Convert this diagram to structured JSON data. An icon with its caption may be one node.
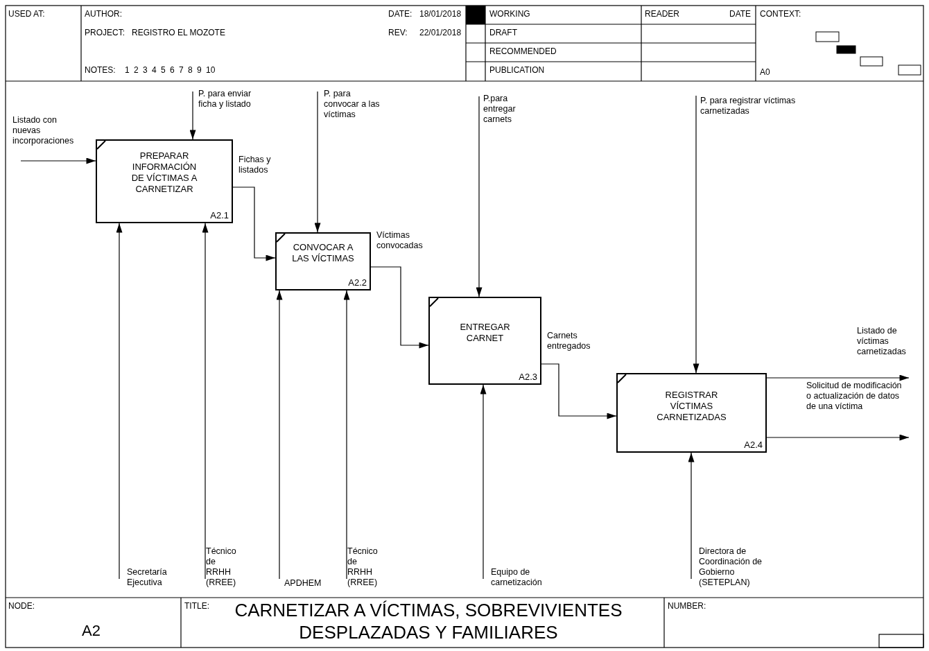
{
  "diagram": {
    "title": "CARNETIZAR A VÍCTIMAS, SOBREVIVIENTES DESPLAZADAS Y FAMILIARES",
    "nodes": [
      {
        "text": [
          "PREPARAR INFORMACIÓN DE VÍCTIMAS A CARNETIZAR",
          "A2.1"
        ]
      },
      {
        "text": [
          "CONVOCAR A LAS VÍCTIMAS",
          "A2.2"
        ]
      },
      {
        "text": [
          "ENTREGAR CARNET",
          "A2.3"
        ]
      },
      {
        "text": [
          "REGISTRAR VÍCTIMAS CARNETIZADAS",
          "A2.4"
        ]
      },
      {
        "text": [
          "Listado con nuevas incorporaciones"
        ]
      },
      {
        "text": [
          "P. para enviar ficha y listado"
        ]
      },
      {
        "text": [
          "P. para convocar a las víctimas"
        ]
      },
      {
        "text": [
          "P.para entregar carnets"
        ]
      },
      {
        "text": [
          "P. para registrar víctimas carnetizadas"
        ]
      },
      {
        "text": [
          "Secretaría Ejecutiva"
        ]
      },
      {
        "text": [
          "Técnico de RRHH (RREE)"
        ]
      },
      {
        "text": [
          "APDHEM"
        ]
      },
      {
        "text": [
          "Técnico de RRHH (RREE)"
        ]
      },
      {
        "text": [
          "Equipo de carnetización"
        ]
      },
      {
        "text": [
          "Directora de Coordinación de Gobierno (SETEPLAN)"
        ]
      },
      {
        "text": [
          "Listado de víctimas carnetizadas"
        ]
      },
      {
        "text": [
          "Solicitud de modificación o actualización de datos de una víctima"
        ]
      }
    ],
    "edges": [
      {
        "from": 4,
        "to": 0,
        "arrow": "to"
      },
      {
        "from": 5,
        "to": 0,
        "arrow": "to"
      },
      {
        "from": 0,
        "to": 1,
        "arrow": "to",
        "label": "Fichas y listados"
      },
      {
        "from": 6,
        "to": 1,
        "arrow": "to"
      },
      {
        "from": 1,
        "to": 2,
        "arrow": "to",
        "label": "Víctimas convocadas"
      },
      {
        "from": 7,
        "to": 2,
        "arrow": "to"
      },
      {
        "from": 2,
        "to": 3,
        "arrow": "to",
        "label": "Carnets entregados"
      },
      {
        "from": 8,
        "to": 3,
        "arrow": "to"
      },
      {
        "from": 9,
        "to": 0,
        "arrow": "to"
      },
      {
        "from": 10,
        "to": 0,
        "arrow": "to"
      },
      {
        "from": 11,
        "to": 1,
        "arrow": "to"
      },
      {
        "from": 12,
        "to": 1,
        "arrow": "to"
      },
      {
        "from": 13,
        "to": 2,
        "arrow": "to"
      },
      {
        "from": 14,
        "to": 3,
        "arrow": "to"
      },
      {
        "from": 3,
        "to": 15,
        "arrow": "to"
      },
      {
        "from": 3,
        "to": 16,
        "arrow": "to"
      }
    ],
    "labels": [
      "USED AT:",
      "AUTHOR:",
      "DATE:",
      "18/01/2018",
      "WORKING",
      "READER",
      "DATE",
      "CONTEXT:",
      "PROJECT:",
      "REGISTRO EL MOZOTE",
      "REV:",
      "22/01/2018",
      "DRAFT",
      "RECOMMENDED",
      "NOTES:",
      "1 2 3 4 5 6 7 8 9 10",
      "PUBLICATION",
      "A0",
      "NODE:",
      "A2",
      "TITLE:",
      "NUMBER:"
    ]
  }
}
